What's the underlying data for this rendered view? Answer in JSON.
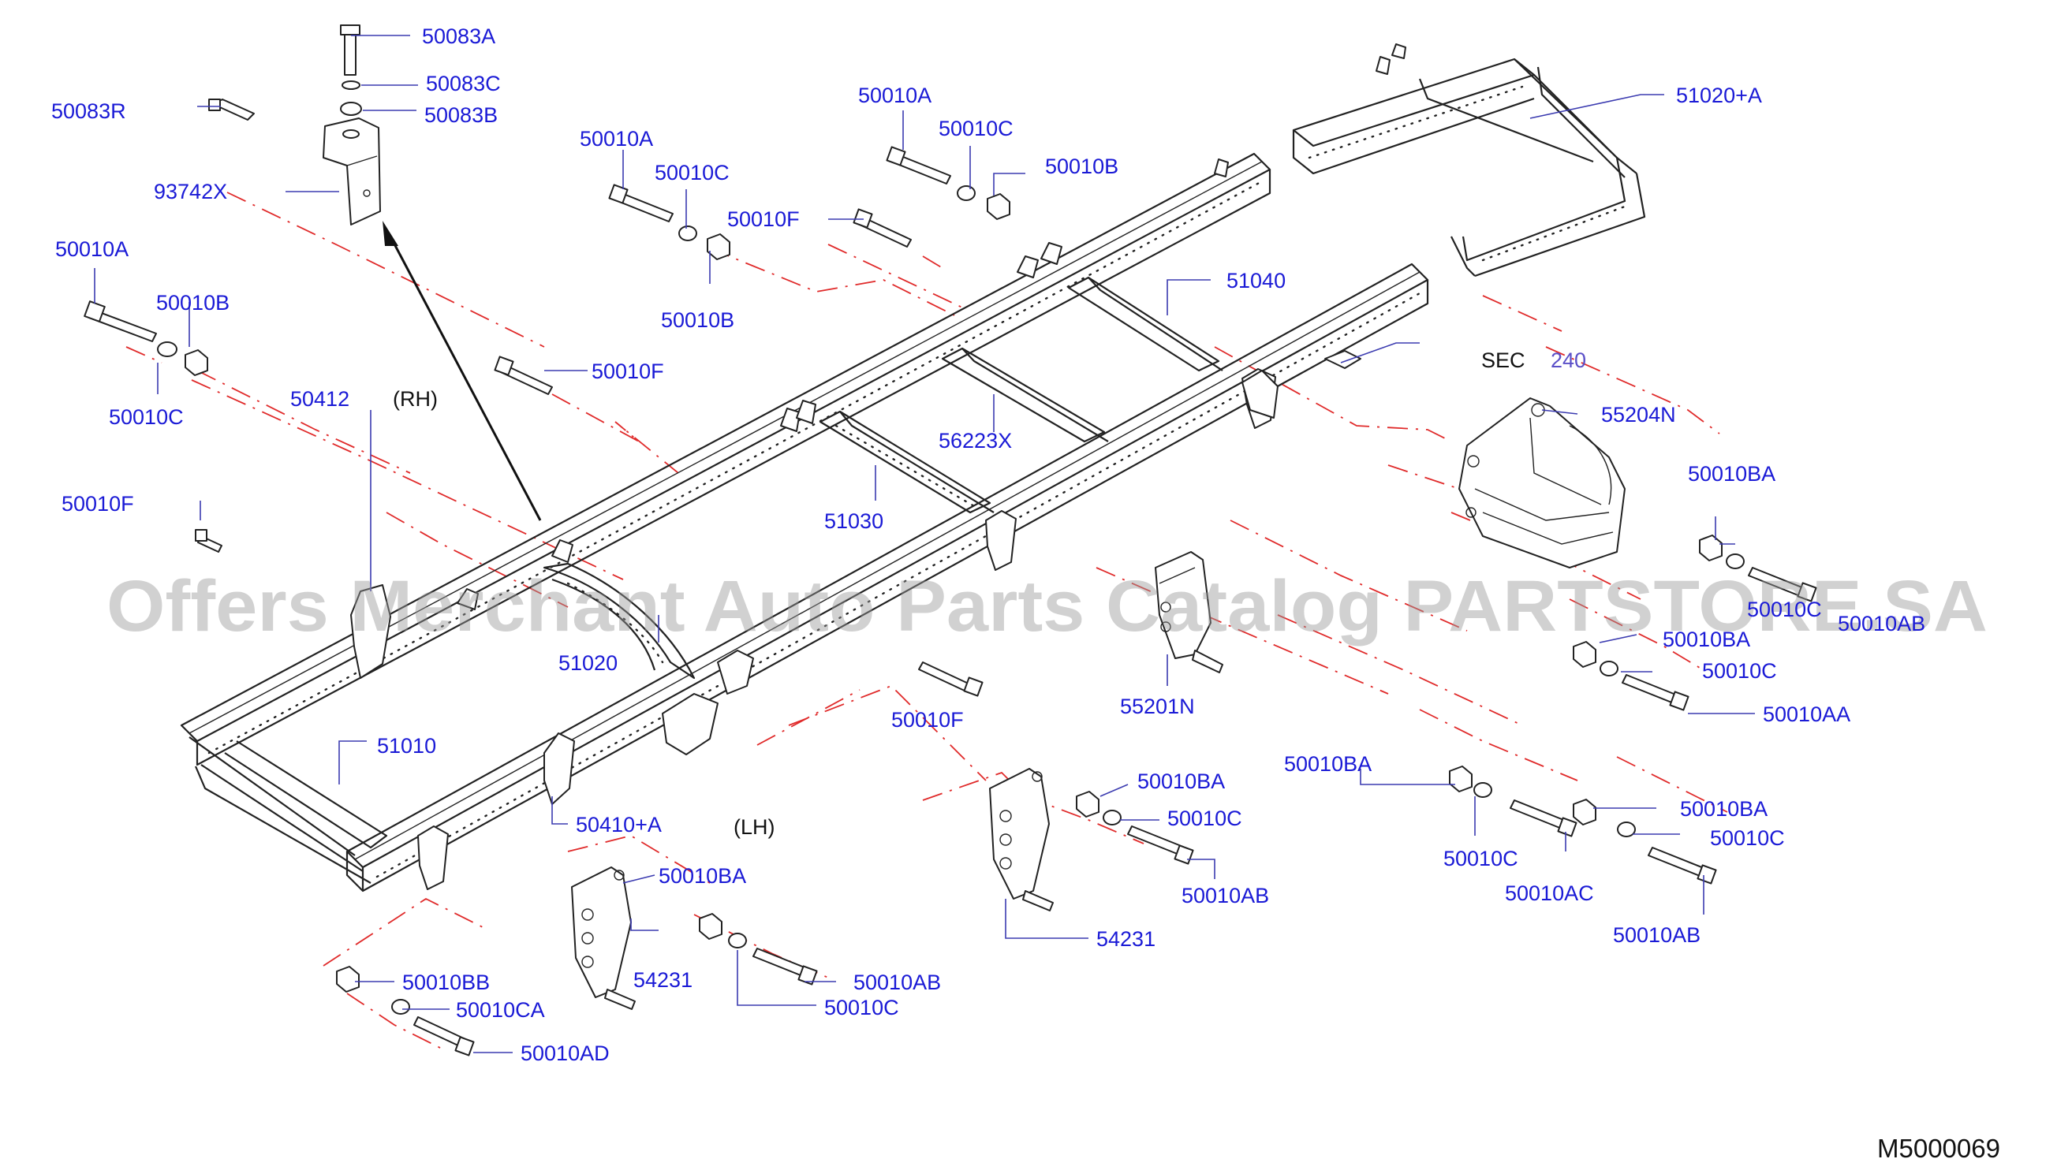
{
  "diagram_code": "M5000069",
  "watermark": "Offers Merchant Auto Parts Catalog PARTSTORE.SA",
  "side_labels": {
    "rh": "(RH)",
    "lh": "(LH)"
  },
  "section_ref": {
    "prefix": "SEC",
    "number": "240"
  },
  "labels": {
    "p50083A": "50083A",
    "p50083C": "50083C",
    "p50083B": "50083B",
    "p50083R": "50083R",
    "p93742X": "93742X",
    "p50010A_1": "50010A",
    "p50010B_1": "50010B",
    "p50010C_1": "50010C",
    "p50010A_2": "50010A",
    "p50010C_2": "50010C",
    "p50010B_2": "50010B",
    "p50010A_3": "50010A",
    "p50010C_3": "50010C",
    "p50010B_3": "50010B",
    "p50010F_1": "50010F",
    "p50010F_2": "50010F",
    "p50010F_3": "50010F",
    "p50010F_4": "50010F",
    "p51020A": "51020+A",
    "p51040": "51040",
    "p56223X": "56223X",
    "p51030": "51030",
    "p51020": "51020",
    "p50412": "50412",
    "p51010": "51010",
    "p50410A": "50410+A",
    "p55204N": "55204N",
    "p55201N": "55201N",
    "p50010BA_1": "50010BA",
    "p50010C_4": "50010C",
    "p50010AB_1": "50010AB",
    "p50010BA_2": "50010BA",
    "p50010C_5": "50010C",
    "p50010AA": "50010AA",
    "p50010BA_3": "50010BA",
    "p50010C_6": "50010C",
    "p50010AB_2": "50010AB",
    "p50010BA_4": "50010BA",
    "p50010C_7": "50010C",
    "p50010AC": "50010AC",
    "p50010BA_5": "50010BA",
    "p50010C_8": "50010C",
    "p50010AB_3": "50010AB",
    "p50010BA_6": "50010BA",
    "p50010C_9": "50010C",
    "p50010AB_4": "50010AB",
    "p54231_1": "54231",
    "p54231_2": "54231",
    "p50010BB": "50010BB",
    "p50010CA": "50010CA",
    "p50010AD": "50010AD"
  },
  "colors": {
    "label": "#1a1ad6",
    "leader": "#3b3bb0",
    "centerline": "#e02a2a",
    "outline": "#222222"
  }
}
